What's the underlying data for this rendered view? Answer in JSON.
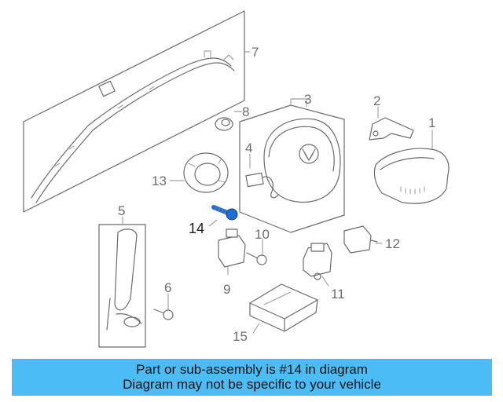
{
  "callouts": {
    "c1": "1",
    "c2": "2",
    "c3": "3",
    "c4": "4",
    "c5": "5",
    "c6": "6",
    "c7": "7",
    "c8": "8",
    "c9": "9",
    "c10": "10",
    "c11": "11",
    "c12": "12",
    "c13": "13",
    "c14": "14",
    "c15": "15"
  },
  "highlighted_part": "14",
  "caption": {
    "line1": "Part or sub-assembly is #14 in diagram",
    "line2": "Diagram may not be specific to your vehicle"
  },
  "colors": {
    "caption_background": "#4bbcf4",
    "highlight_part": "#1f6fd1",
    "line_art": "#6b6b6b"
  }
}
